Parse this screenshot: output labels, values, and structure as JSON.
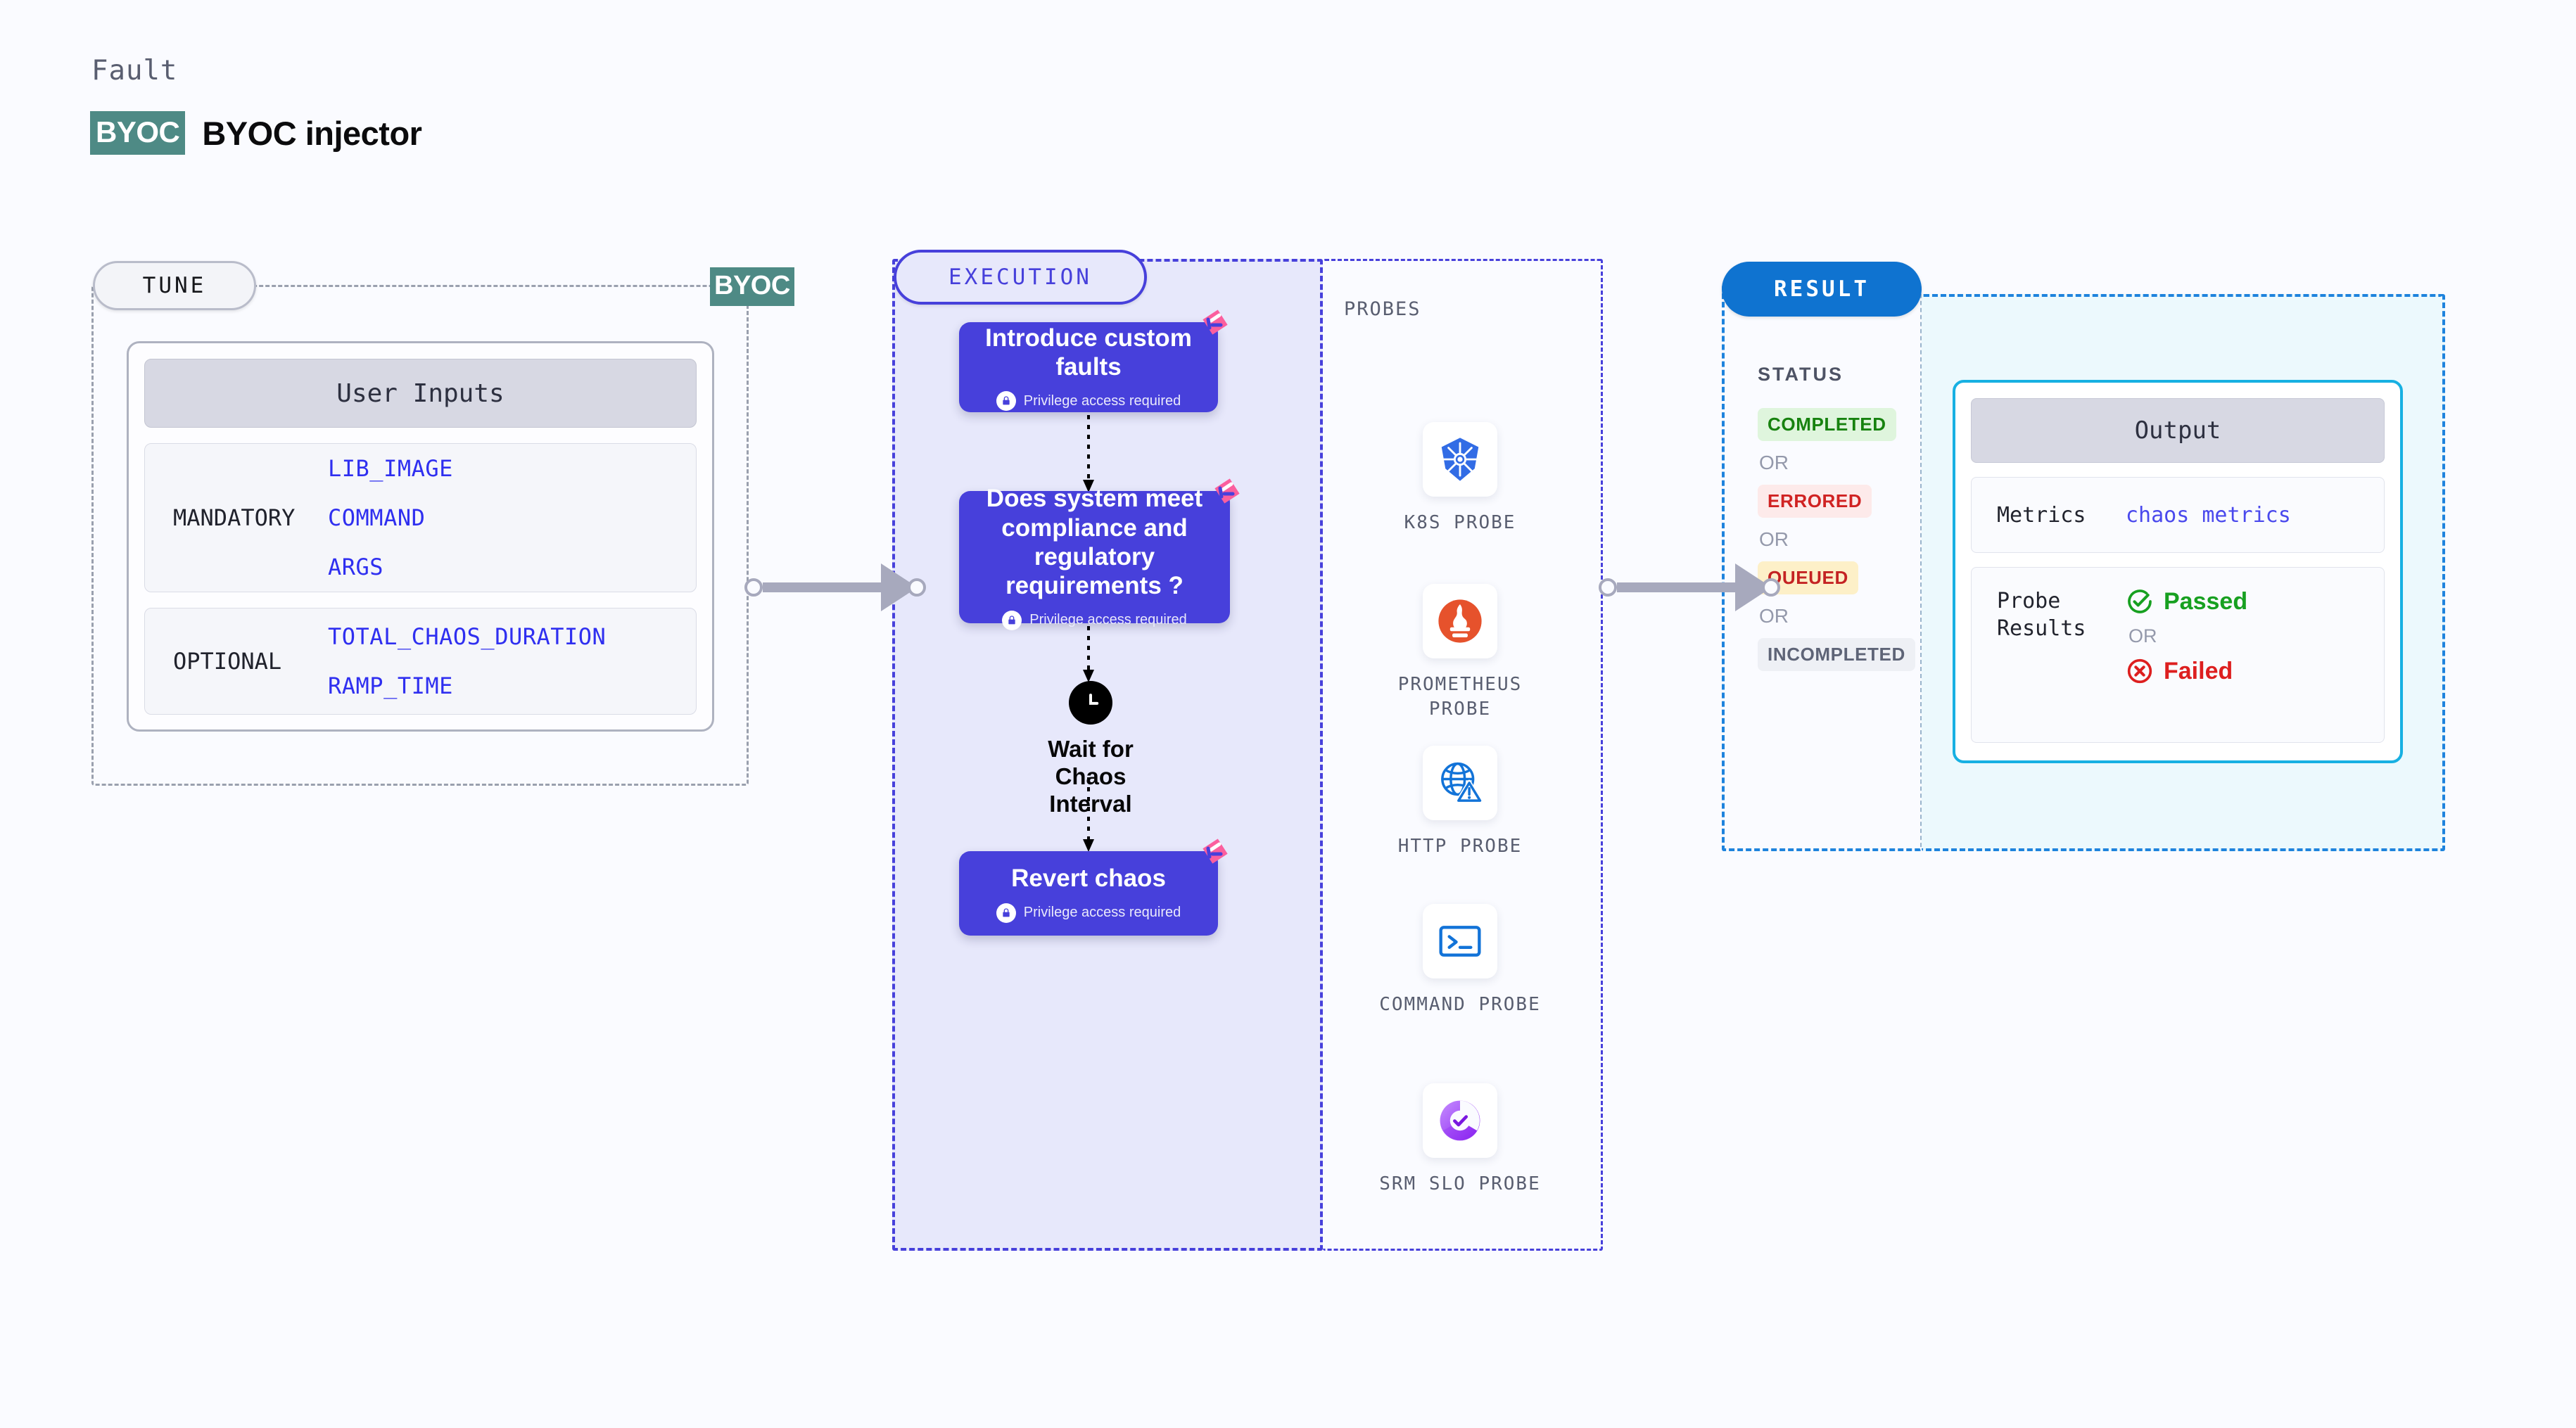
{
  "header": {
    "kicker": "Fault",
    "badge": "BYOC",
    "title": "BYOC injector"
  },
  "tune": {
    "pill_label": "TUNE",
    "byoc_tag": "BYOC",
    "card_title": "User Inputs",
    "groups": [
      {
        "label": "MANDATORY",
        "values": [
          "LIB_IMAGE",
          "COMMAND",
          "ARGS"
        ]
      },
      {
        "label": "OPTIONAL",
        "values": [
          "TOTAL_CHAOS_DURATION",
          "RAMP_TIME"
        ]
      }
    ]
  },
  "execution": {
    "pill_label": "EXECUTION",
    "privilege_note": "Privilege access required",
    "nodes": [
      {
        "title": "Introduce custom faults",
        "privileged": true
      },
      {
        "title": "Does system meet compliance and regulatory requirements ?",
        "privileged": true
      },
      {
        "title": "Revert chaos",
        "privileged": true
      }
    ],
    "wait_node": {
      "icon": "clock-icon",
      "label": "Wait for Chaos Interval"
    }
  },
  "probes": {
    "section_label": "PROBES",
    "items": [
      {
        "name": "K8S PROBE",
        "icon": "kubernetes-icon"
      },
      {
        "name": "PROMETHEUS PROBE",
        "icon": "prometheus-icon"
      },
      {
        "name": "HTTP PROBE",
        "icon": "globe-warning-icon"
      },
      {
        "name": "COMMAND PROBE",
        "icon": "terminal-icon"
      },
      {
        "name": "SRM SLO PROBE",
        "icon": "srm-slo-icon"
      }
    ]
  },
  "result": {
    "pill_label": "RESULT",
    "status_label": "STATUS",
    "or_label": "OR",
    "statuses": [
      {
        "label": "COMPLETED",
        "bg": "#dff5dd",
        "fg": "#17820f"
      },
      {
        "label": "ERRORED",
        "bg": "#fdeaea",
        "fg": "#d02222"
      },
      {
        "label": "QUEUED",
        "bg": "#fdf0c8",
        "fg": "#c42323"
      },
      {
        "label": "INCOMPLETED",
        "bg": "#eef0f5",
        "fg": "#5e6477"
      }
    ],
    "output": {
      "title": "Output",
      "metrics_key": "Metrics",
      "metrics_value": "chaos metrics",
      "probe_results_key": "Probe Results",
      "passed_label": "Passed",
      "failed_label": "Failed",
      "or_label": "OR"
    }
  },
  "colors": {
    "page_bg": "#fafbff",
    "execution_accent": "#4740db",
    "execution_bg": "#e7e8fb",
    "result_accent": "#0f73d0",
    "result_bg": "#ecf9fd",
    "output_border": "#17b0e2",
    "byoc_green": "#4e8a85",
    "corner_badge_pink": "#fb5f9e",
    "connector_gray": "#a7a9bd"
  }
}
